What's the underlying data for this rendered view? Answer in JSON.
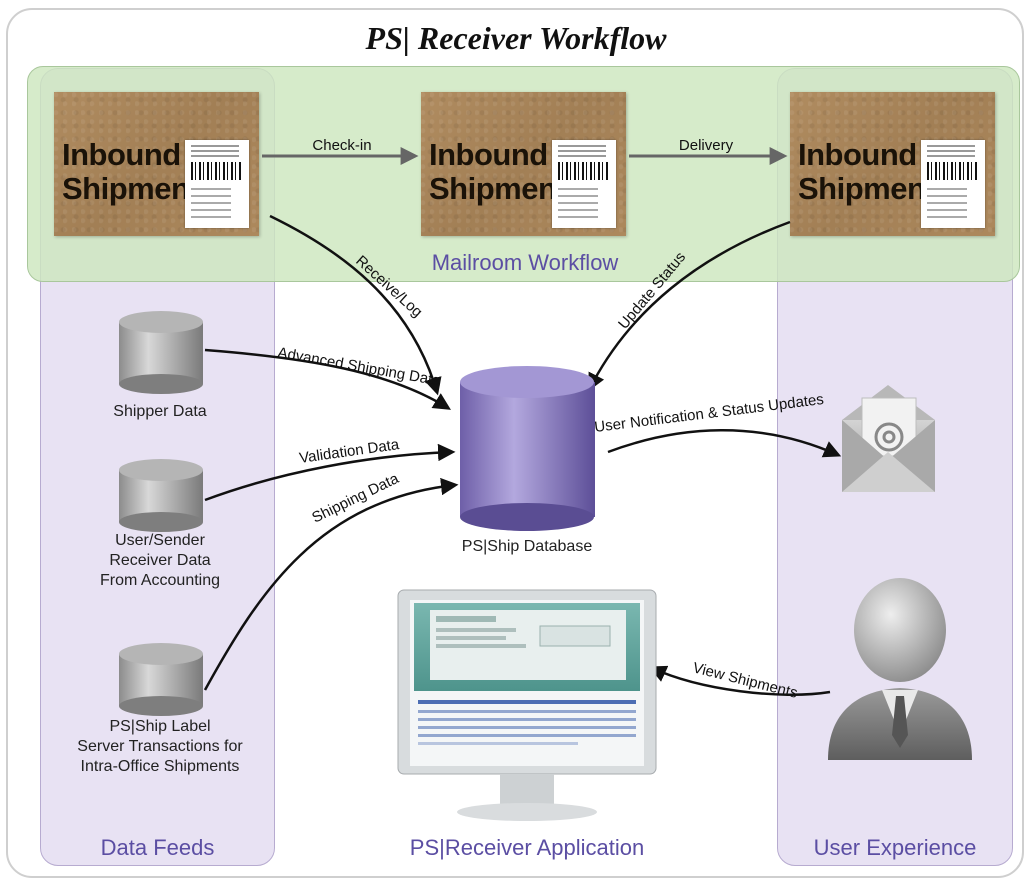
{
  "title": "PS| Receiver Workflow",
  "lanes": {
    "mailroom": "Mailroom Workflow",
    "data_feeds": "Data Feeds",
    "application": "PS|Receiver Application",
    "user_experience": "User Experience"
  },
  "shipments": [
    {
      "line1": "Inbound",
      "line2": "Shipment"
    },
    {
      "line1": "Inbound",
      "line2": "Shipment"
    },
    {
      "line1": "Inbound",
      "line2": "Shipment"
    }
  ],
  "edges": {
    "check_in": "Check-in",
    "delivery": "Delivery",
    "receive_log": "Receive/Log",
    "update_status": "Update Status",
    "advanced_shipping": "Advanced Shipping Data",
    "validation": "Validation Data",
    "shipping": "Shipping Data",
    "notification": "User Notification & Status Updates",
    "view_shipments": "View Shipments"
  },
  "data_sources": [
    {
      "label": "Shipper Data"
    },
    {
      "label": "User/Sender\nReceiver Data\nFrom Accounting"
    },
    {
      "label": "PS|Ship Label\nServer Transactions for\nIntra-Office Shipments"
    }
  ],
  "database": {
    "label": "PS|Ship Database"
  },
  "icons": {
    "email": "email-envelope-icon",
    "user": "user-person-icon",
    "monitor": "computer-monitor-icon"
  },
  "colors": {
    "lane_fill": "#e8e2f3",
    "mailroom_fill": "#cde6be",
    "lane_label": "#5b4ea3",
    "database": "#8a7bbf",
    "box": "#a9855a"
  }
}
